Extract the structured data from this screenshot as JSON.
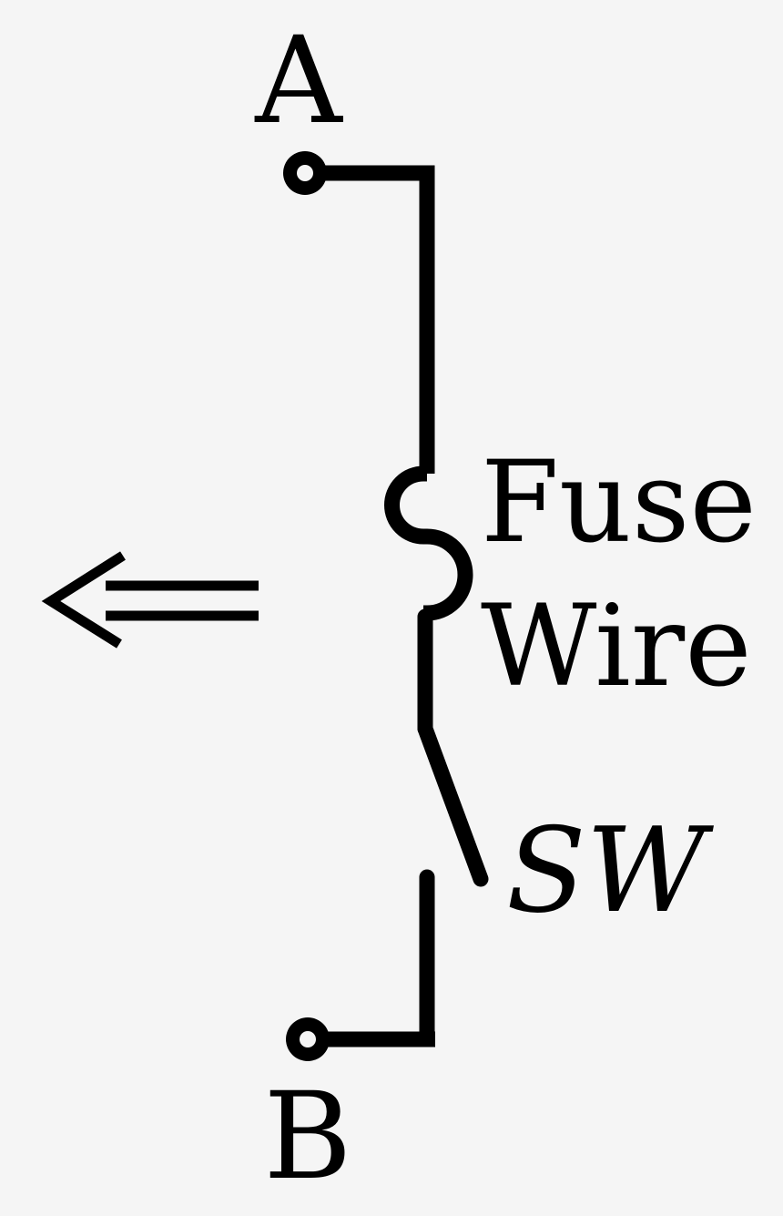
{
  "diagram": {
    "terminal_a_label": "A",
    "terminal_b_label": "B",
    "fuse_label_line1": "Fuse",
    "fuse_label_line2": "Wire",
    "switch_label": "SW",
    "line_color": "#000000",
    "background_color": "#f5f5f5",
    "arrow_direction": "left"
  }
}
